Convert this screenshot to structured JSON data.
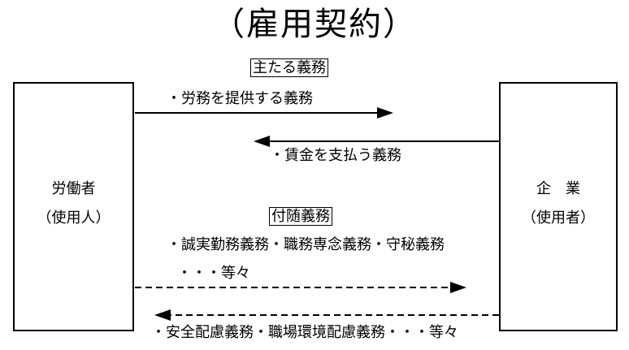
{
  "title": "（雇用契約）",
  "left_party": {
    "line1": "労働者",
    "line2": "（使用人）"
  },
  "right_party": {
    "line1": "企　業",
    "line2": "（使用者）"
  },
  "main_duty": {
    "heading": "主たる義務",
    "to_employer": "・労務を提供する義務",
    "to_worker": "・賃金を支払う義務"
  },
  "incidental_duty": {
    "heading": "付随義務",
    "worker_line1": "・誠実勤務義務・職務専念義務・守秘義務",
    "worker_line2": "・・・等々",
    "employer_line": "・安全配慮義務・職場環境配慮義務・・・等々"
  }
}
